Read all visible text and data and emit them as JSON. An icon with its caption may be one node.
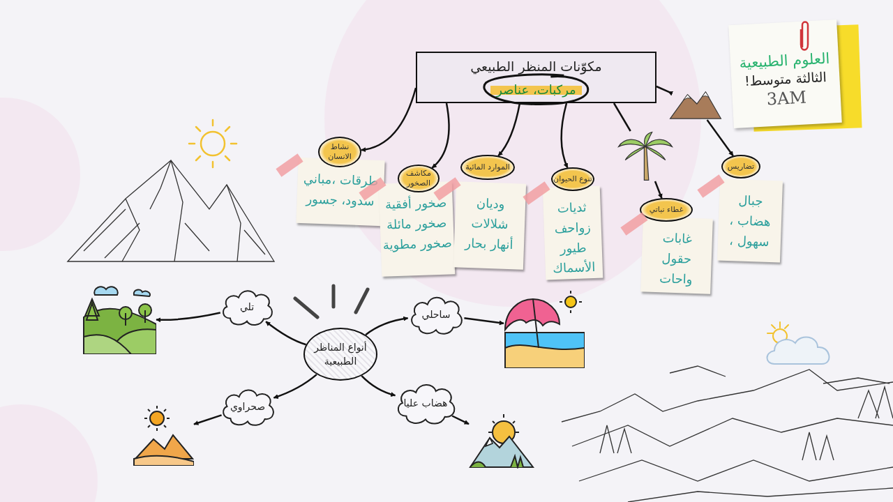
{
  "diagram": {
    "nodes": [
      {
        "text": [
          "مكوّنات المنظر الطبيعي",
          "مركبات، عناصر"
        ]
      },
      {
        "text": [
          "نشاط الانسان"
        ]
      },
      {
        "text": [
          "طرقات ،مباني سدود، جسور"
        ]
      },
      {
        "text": [
          "مكاشف الصخور"
        ]
      },
      {
        "text": [
          "صخور أفقية صخور مائلة صخور مطوية"
        ]
      },
      {
        "text": [
          "الموارد المائية"
        ]
      },
      {
        "text": [
          "وديان شلالات أنهار بحار"
        ]
      },
      {
        "text": [
          "تنوع الحيوان"
        ]
      },
      {
        "text": [
          "ثديات زواحف طيور الأسماك"
        ]
      },
      {
        "text": [],
        "shape": "picture"
      },
      {
        "text": [
          "غطاء نباتي"
        ]
      },
      {
        "text": [
          "غابات حقول واحات"
        ]
      },
      {
        "text": [],
        "shape": "picture"
      },
      {
        "text": [
          "تضاريس"
        ]
      },
      {
        "text": [
          "جبال هضاب ، سهول ،"
        ]
      },
      {
        "text": [
          "العلوم الطبيعية",
          "الثالثة متوسط!",
          "3AM"
        ]
      },
      {
        "text": [
          "أنواع المناظر الطبيعية"
        ]
      },
      {
        "text": [
          "تلي"
        ]
      },
      {
        "text": [],
        "shape": "picture"
      },
      {
        "text": [
          "صحراوي"
        ]
      },
      {
        "text": [],
        "shape": "picture"
      },
      {
        "text": [
          "ساحلي"
        ]
      },
      {
        "text": [],
        "shape": "picture"
      },
      {
        "text": [
          "هضاب عليا"
        ]
      },
      {
        "text": [],
        "shape": "picture"
      }
    ],
    "edges": [
      {
        "from": 0,
        "to": 1,
        "arrow": "to"
      },
      {
        "from": 0,
        "to": 3,
        "arrow": "to"
      },
      {
        "from": 0,
        "to": 5,
        "arrow": "to"
      },
      {
        "from": 0,
        "to": 7,
        "arrow": "to"
      },
      {
        "from": 0,
        "to": 9,
        "arrow": "none"
      },
      {
        "from": 9,
        "to": 10,
        "arrow": "to"
      },
      {
        "from": 0,
        "to": 12,
        "arrow": "to"
      },
      {
        "from": 12,
        "to": 13,
        "arrow": "to"
      },
      {
        "from": 16,
        "to": 17,
        "arrow": "to"
      },
      {
        "from": 17,
        "to": 18,
        "arrow": "to"
      },
      {
        "from": 16,
        "to": 19,
        "arrow": "to"
      },
      {
        "from": 19,
        "to": 20,
        "arrow": "to"
      },
      {
        "from": 16,
        "to": 21,
        "arrow": "to"
      },
      {
        "from": 21,
        "to": 22,
        "arrow": "to"
      },
      {
        "from": 16,
        "to": 23,
        "arrow": "to"
      },
      {
        "from": 23,
        "to": 24,
        "arrow": "to"
      }
    ]
  }
}
